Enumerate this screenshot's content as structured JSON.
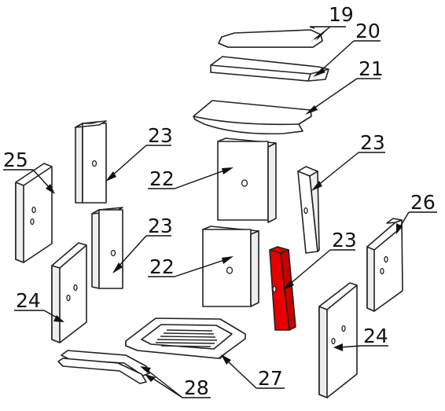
{
  "diagram": {
    "highlight_color": "#e60000",
    "highlighted_label": "23",
    "labels": [
      "19",
      "20",
      "21",
      "23",
      "23",
      "25",
      "22",
      "23",
      "22",
      "23",
      "26",
      "24",
      "24",
      "27",
      "28"
    ]
  }
}
